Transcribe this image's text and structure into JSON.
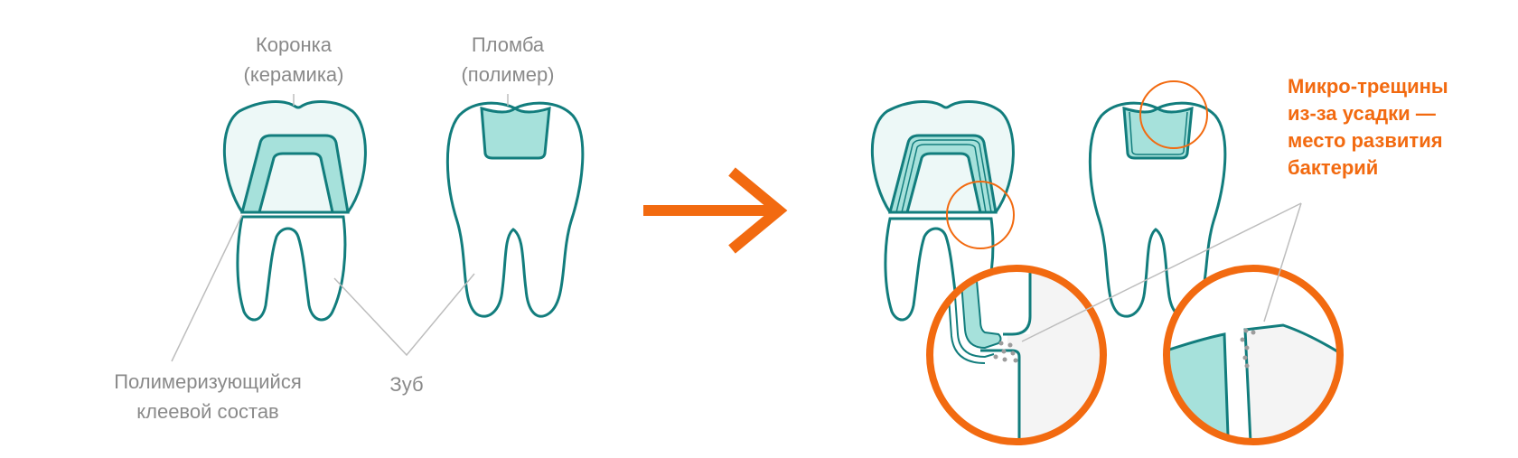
{
  "labels": {
    "crown_line1": "Коронка",
    "crown_line2": "(керамика)",
    "filling_line1": "Пломба",
    "filling_line2": "(полимер)",
    "adhesive_line1": "Полимеризующийся",
    "adhesive_line2": "клеевой состав",
    "tooth": "Зуб"
  },
  "note": {
    "line1": "Микро-трещины",
    "line2": "из-за усадки —",
    "line3": "место развития",
    "line4": "бактерий"
  },
  "colors": {
    "outline": "#127d7d",
    "fill_light": "#edf8f7",
    "fill_mid": "#a6e1db",
    "accent": "#f26a10",
    "leader": "#bdbdbd",
    "text": "#8a8a8a",
    "detail_bg": "#f4f4f4",
    "bacteria": "#9c9c9c"
  }
}
